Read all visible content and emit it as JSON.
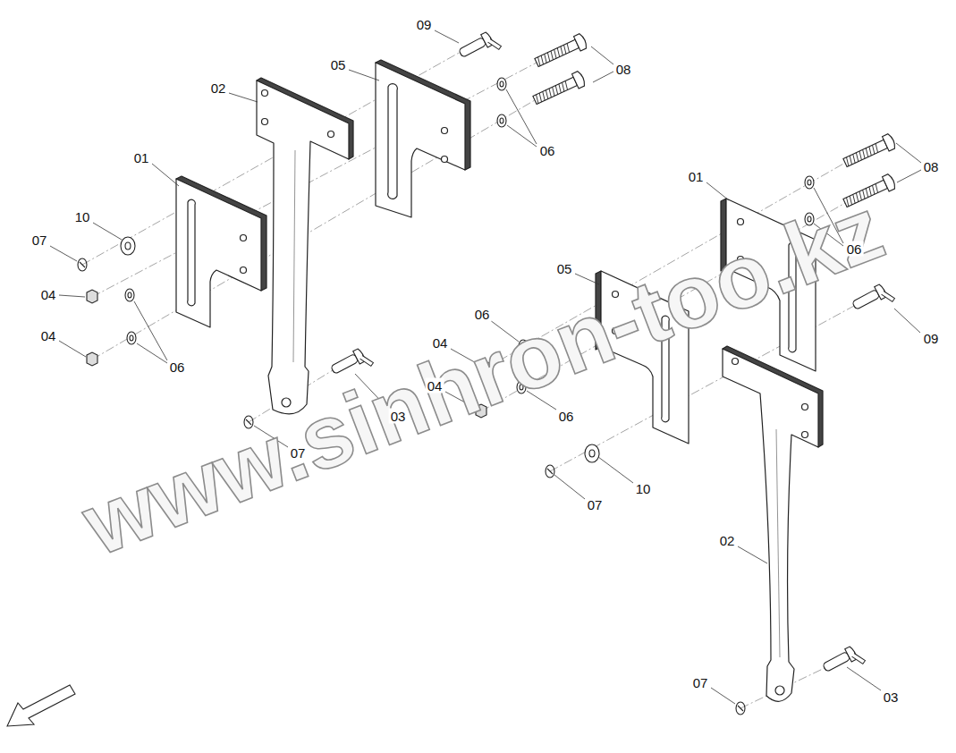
{
  "diagram": {
    "labels": [
      "09",
      "05",
      "08",
      "02",
      "06",
      "01",
      "08",
      "01",
      "10",
      "07",
      "06",
      "05",
      "04",
      "06",
      "09",
      "04",
      "04",
      "06",
      "04",
      "03",
      "06",
      "07",
      "10",
      "07",
      "02",
      "07",
      "03",
      "www.sinhron-too.kz"
    ]
  }
}
